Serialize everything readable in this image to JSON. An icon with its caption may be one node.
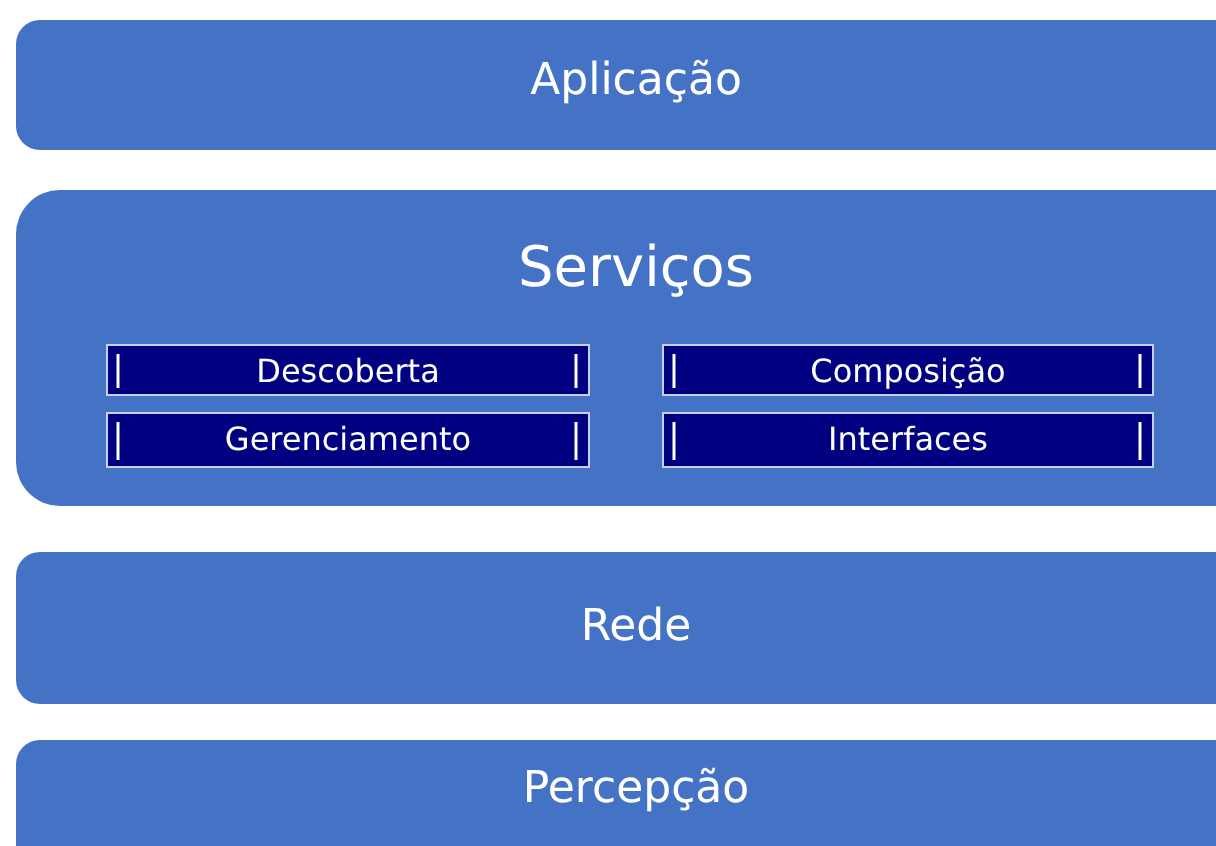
{
  "diagram": {
    "nodes": [
      {
        "text": [
          "Aplicação"
        ]
      },
      {
        "text": [
          "Serviços"
        ]
      },
      {
        "text": [
          "Descoberta"
        ],
        "in": 1
      },
      {
        "text": [
          "Composição"
        ],
        "in": 1
      },
      {
        "text": [
          "Gerenciamento"
        ],
        "in": 1
      },
      {
        "text": [
          "Interfaces"
        ],
        "in": 1
      },
      {
        "text": [
          "Rede"
        ]
      },
      {
        "text": [
          "Percepção"
        ]
      }
    ]
  }
}
